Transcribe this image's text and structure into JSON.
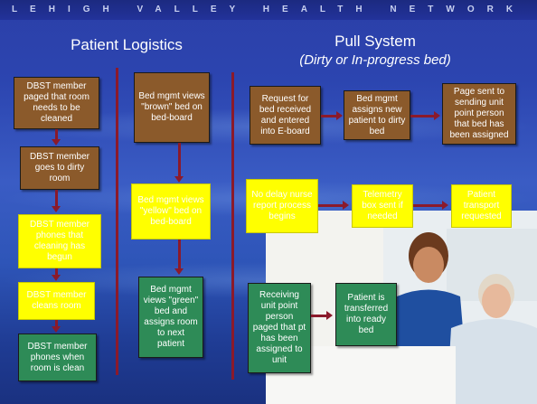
{
  "header": {
    "org": "LEHIGH VALLEY HEALTH NETWORK"
  },
  "titles": {
    "left": "Patient Logistics",
    "right": "Pull System",
    "right_sub": "(Dirty or In-progress bed)"
  },
  "col1": [
    "DBST member paged that room needs to be cleaned",
    "DBST member goes to dirty room",
    "DBST member phones that cleaning has begun",
    "DBST member cleans room",
    "DBST member phones when room is clean"
  ],
  "col2": [
    "Bed mgmt views \"brown\" bed on bed-board",
    "Bed mgmt views \"yellow\" bed on bed-board",
    "Bed mgmt views \"green\" bed and assigns room to next patient"
  ],
  "right_row1": [
    "Request for bed received and entered into E-board",
    "Bed mgmt assigns new patient to dirty bed",
    "Page sent to sending unit point person that bed has been assigned"
  ],
  "right_row2": [
    "No delay nurse report process begins",
    "Telemetry box sent if needed",
    "Patient transport requested"
  ],
  "right_row3": [
    "Receiving unit point person paged that pt has been assigned to unit",
    "Patient is transferred into ready bed"
  ]
}
